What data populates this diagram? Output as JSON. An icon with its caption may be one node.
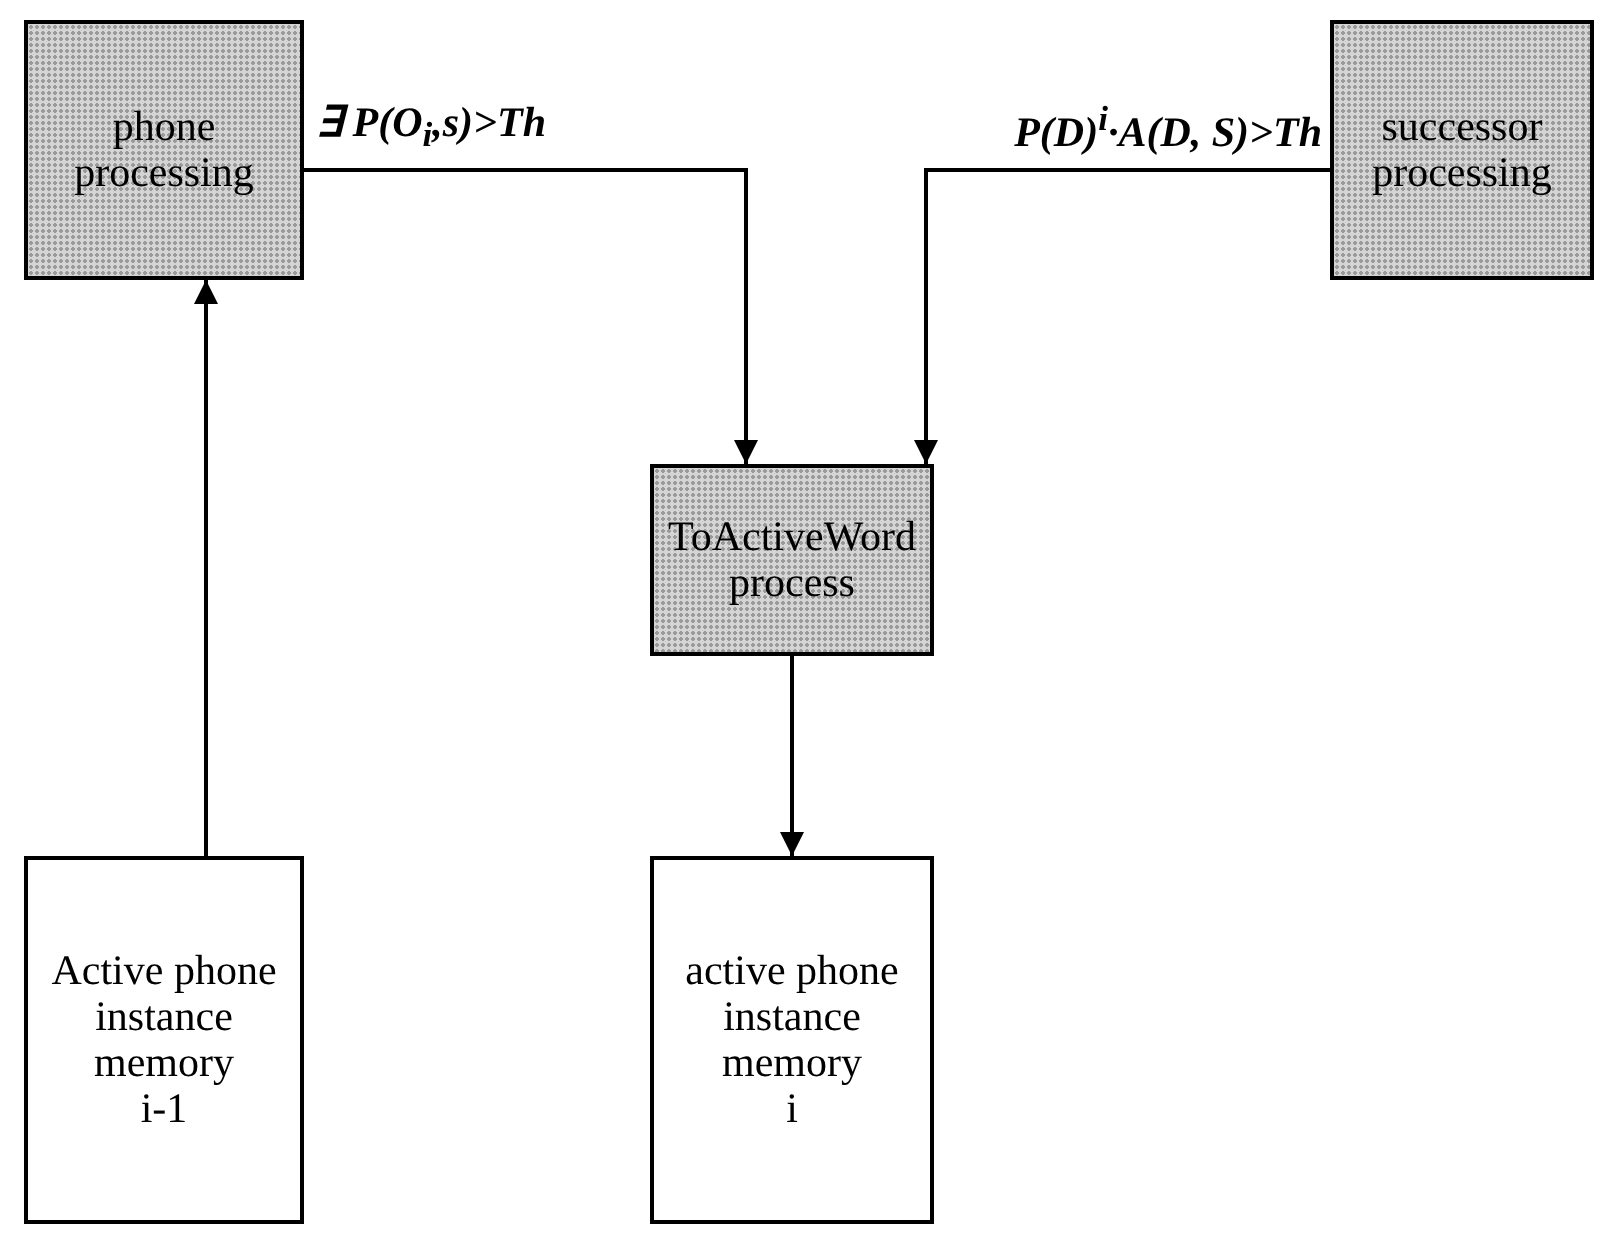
{
  "diagram": {
    "nodes": [
      {
        "text": [
          "phone processing"
        ]
      },
      {
        "text": [
          "successor processing"
        ]
      },
      {
        "text": [
          "ToActiveWord process"
        ]
      },
      {
        "text": [
          "Active phone instance memory",
          "i-1"
        ]
      },
      {
        "text": [
          "active phone instance memory",
          "i"
        ]
      }
    ],
    "edges": [
      {
        "from": 3,
        "to": 0,
        "arrow": "to"
      },
      {
        "from": 0,
        "to": 2,
        "arrow": "to",
        "label": "∃ P(O$_{i}$,s)>Th"
      },
      {
        "from": 1,
        "to": 2,
        "arrow": "to",
        "label": "P(D)$^{i}$·A(D, S)>Th"
      },
      {
        "from": 2,
        "to": 4,
        "arrow": "to"
      }
    ]
  }
}
